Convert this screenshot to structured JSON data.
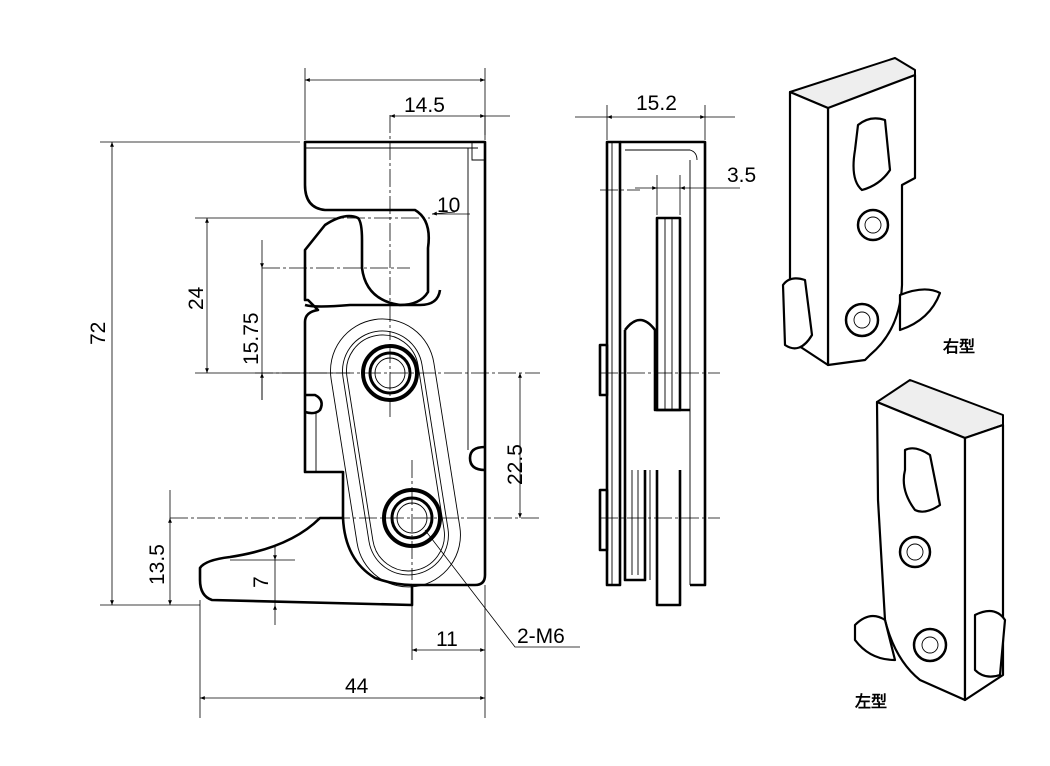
{
  "dimensions": {
    "top_width": "14.5",
    "side_width": "15.2",
    "side_gap": "3.5",
    "hook_offset": "10",
    "hook_height": "24",
    "hole_height": "15.75",
    "total_height": "72",
    "hole_spacing": "22.5",
    "lever_height": "13.5",
    "lever_tip": "7",
    "bottom_offset": "11",
    "thread_callout": "2-M6",
    "total_width": "44"
  },
  "views": {
    "right_type": "右型",
    "left_type": "左型"
  }
}
